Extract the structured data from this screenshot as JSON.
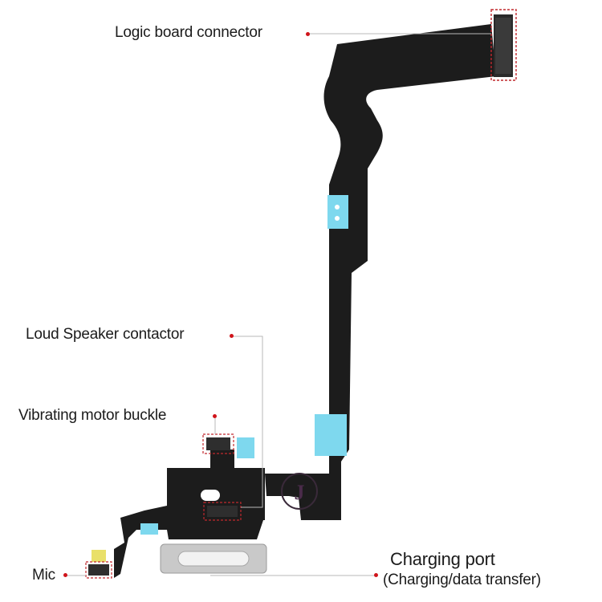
{
  "callouts": {
    "logic_board_connector": "Logic board connector",
    "loud_speaker_contactor": "Loud Speaker contactor",
    "vibrating_motor_buckle": "Vibrating motor buckle",
    "mic": "Mic",
    "charging_port": "Charging port",
    "charging_port_detail": "(Charging/data transfer)"
  },
  "watermark": {
    "letter": "J"
  },
  "colors": {
    "flex_cable": "#1c1c1c",
    "leader_line": "#b9b9b9",
    "marker_dot": "#d0141b",
    "highlight_box": "#c0282d",
    "adhesive_tab": "#7ed8ee",
    "stiffener": "#e9e06a",
    "port_metal": "#c9c9c9"
  }
}
